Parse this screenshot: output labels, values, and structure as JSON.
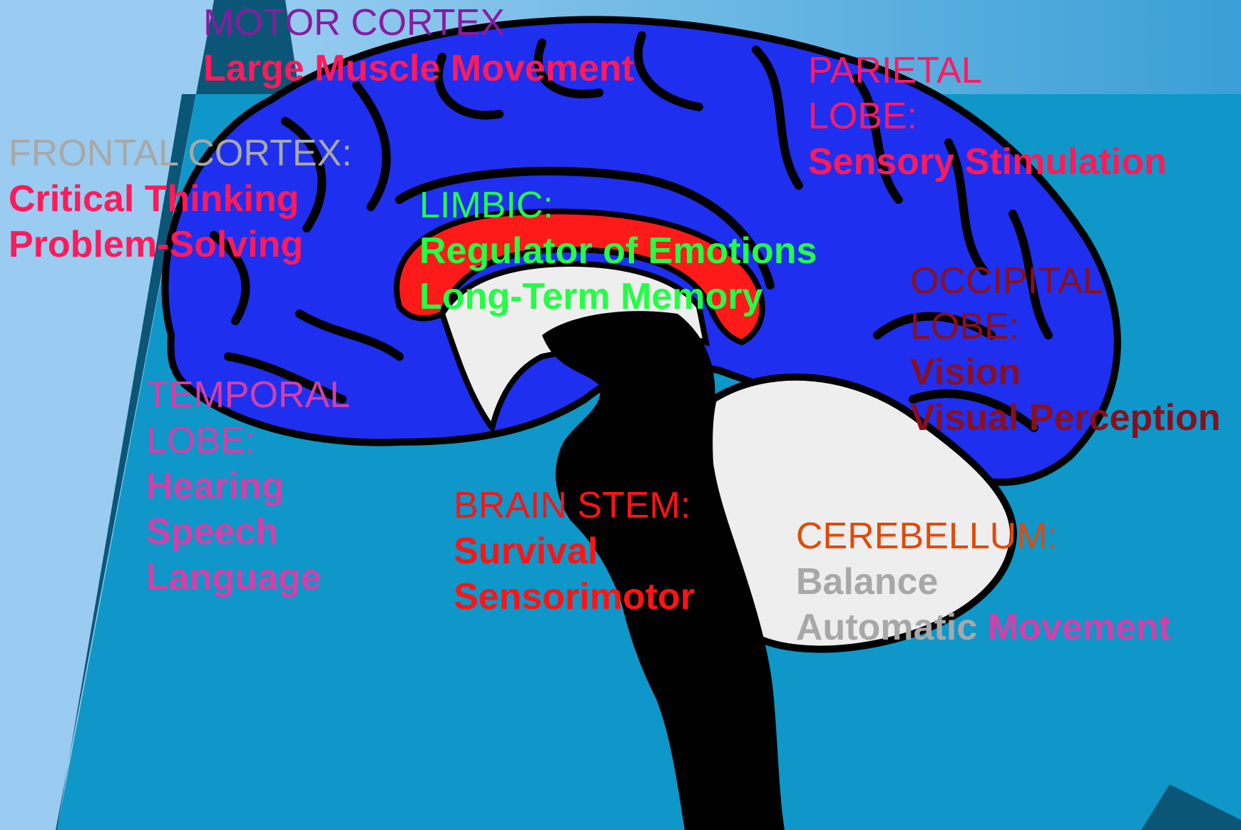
{
  "colors": {
    "background": "#0e97c8",
    "panel_light": "#9acbf0",
    "panel_dark": "#0b5677",
    "cortex_blue": "#1e2ff0",
    "limbic_red": "#ff1a1a",
    "white_matter": "#eeeeee",
    "stem_black": "#000000"
  },
  "labels": {
    "motor": {
      "heading": "MOTOR CORTEX",
      "lines": [
        "Large Muscle Movement"
      ],
      "heading_color": "#8a1aa0",
      "line_color": "#ff1a5a"
    },
    "frontal": {
      "heading": "FRONTAL CORTEX:",
      "lines": [
        "Critical Thinking",
        "Problem-Solving"
      ],
      "heading_color": "#a8a8a8",
      "line_color": "#ff1a5a"
    },
    "parietal": {
      "heading_lines": [
        "PARIETAL",
        "LOBE:"
      ],
      "lines": [
        "Sensory Stimulation"
      ],
      "heading_color": "#ff1a66",
      "line_color": "#ff1a5a"
    },
    "limbic": {
      "heading": "LIMBIC:",
      "lines": [
        "Regulator of Emotions",
        "Long-Term Memory"
      ],
      "heading_color": "#22ff44",
      "line_color": "#22ff44"
    },
    "occipital": {
      "heading_lines": [
        "OCCIPITAL",
        "LOBE:"
      ],
      "lines": [
        "Vision",
        "Visual Perception"
      ],
      "heading_color": "#8a0f1e",
      "line_color": "#8a0f1e"
    },
    "temporal": {
      "heading_lines": [
        "TEMPORAL",
        "LOBE:"
      ],
      "lines": [
        "Hearing",
        "Speech",
        "Language"
      ],
      "heading_color": "#d43fa8",
      "line_color": "#d43fa8"
    },
    "brainstem": {
      "heading": "BRAIN STEM:",
      "lines": [
        "Survival",
        "Sensorimotor"
      ],
      "heading_color": "#ff1414",
      "line_color": "#ff1414"
    },
    "cerebellum": {
      "heading": "CEREBELLUM:",
      "line_1": "Balance",
      "line_2a": "Automatic",
      "line_2b": "Movement",
      "heading_color": "#e04a0a",
      "grey_color": "#a8a8a8",
      "pink_color": "#d43fa8"
    }
  }
}
